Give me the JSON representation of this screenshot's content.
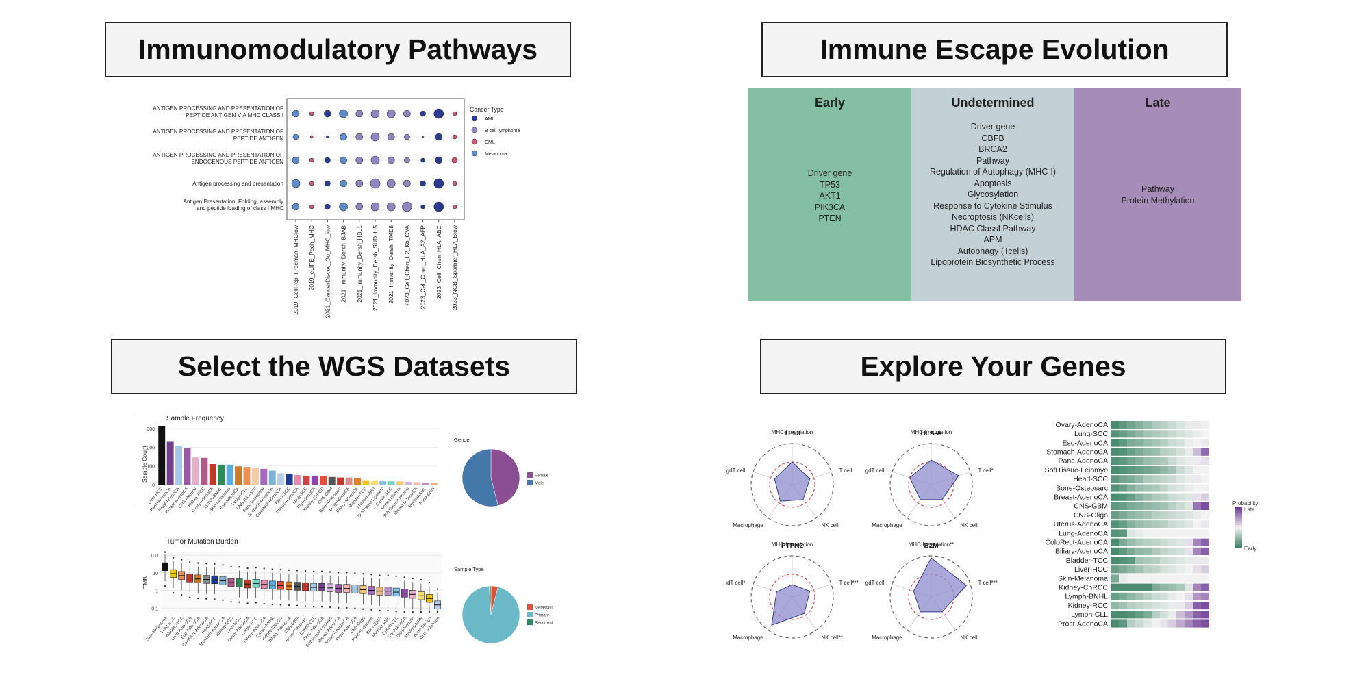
{
  "titles": {
    "immuno": "Immunomodulatory Pathways",
    "escape": "Immune Escape Evolution",
    "wgs": "Select the WGS Datasets",
    "genes": "Explore Your Genes"
  },
  "dotplot": {
    "legend_title": "Cancer Type",
    "legend": [
      {
        "name": "AML",
        "color": "#2b3990"
      },
      {
        "name": "B cell lymphoma",
        "color": "#8e86c0"
      },
      {
        "name": "CML",
        "color": "#c85a72"
      },
      {
        "name": "Melanoma",
        "color": "#5b8ec9"
      }
    ],
    "row_labels": [
      [
        "ANTIGEN PROCESSING AND PRESENTATION OF",
        "PEPTIDE ANTIGEN VIA MHC CLASS I"
      ],
      [
        "ANTIGEN PROCESSING AND PRESENTATION OF",
        "PEPTIDE ANTIGEN"
      ],
      [
        "ANTIGEN PROCESSING AND PRESENTATION OF",
        "ENDOGENOUS PEPTIDE ANTIGEN"
      ],
      [
        "Antigen processing and presentation"
      ],
      [
        "Antigen Presentation: Folding, assembly",
        "and peptide loading of class I MHC"
      ]
    ],
    "col_labels": [
      "2019_CellRep_Freeman_MHClow",
      "2019_eLIFE_Pech_MHC",
      "2021_CancerDiscov_Gu_MHC_low",
      "2021_Immunity_Dersh_BJAB",
      "2021_Immunity_Dersh_HBL1",
      "2021_Immunity_Dersh_SUDHL5",
      "2021_Immunity_Dersh_TMD8",
      "2023_Cell_Chen_H2_Kb_OVA",
      "2023_Cell_Chen_HLA_A2_AFP",
      "2023_Cell_Chen_HLA_ABC",
      "2023_NCB_Sparbier_HLA_Blow"
    ],
    "col_type": [
      3,
      2,
      0,
      3,
      1,
      1,
      1,
      1,
      0,
      0,
      2
    ],
    "sizes": [
      [
        5,
        3,
        5,
        6,
        5,
        6,
        6,
        5,
        4,
        7,
        3
      ],
      [
        4,
        2,
        2,
        5,
        5,
        6,
        5,
        4,
        1,
        5,
        3
      ],
      [
        5,
        3,
        4,
        5,
        5,
        6,
        5,
        4,
        3,
        5,
        4
      ],
      [
        6,
        3,
        4,
        5,
        5,
        7,
        6,
        5,
        4,
        7,
        3
      ],
      [
        5,
        3,
        4,
        6,
        5,
        6,
        6,
        7,
        3,
        7,
        3
      ]
    ]
  },
  "evolution": {
    "early": {
      "title": "Early",
      "items": [
        "Driver gene",
        "TP53",
        "AKT1",
        "PIK3CA",
        "PTEN"
      ],
      "color": "#84bfa3"
    },
    "undetermined": {
      "title": "Undetermined",
      "items": [
        "Driver gene",
        "CBFB",
        "BRCA2",
        "Pathway",
        "Regulation of Autophagy (MHC-I)",
        "Apoptosis",
        "Glycosylation",
        "Response to Cytokine Stimulus",
        "Necroptosis (NKcells)",
        "HDAC ClassI Pathway",
        "APM",
        "Autophagy (Tcells)",
        "Lipoprotein Biosynthetic Process"
      ],
      "color": "#c3d1d6"
    },
    "late": {
      "title": "Late",
      "items": [
        "Pathway",
        "Protein Methylation"
      ],
      "color": "#a68cb8"
    }
  },
  "chart_data": [
    {
      "type": "bar",
      "title": "Sample Frequency",
      "ylabel": "Sample Count",
      "yticks": [
        0,
        100,
        200,
        300
      ],
      "categories": [
        "Liver-HCC",
        "Panc-AdenoCA",
        "Prost-AdenoCA",
        "Breast-AdenoCA",
        "CNS-Medullo",
        "Kidney-RCC",
        "Ovary-AdenoCA",
        "Lymph-BNHL",
        "Skin-Melanoma",
        "Eso-AdenoCA",
        "Lymph-CLL",
        "CNS-PiloAstro",
        "Panc-Endocrine",
        "Stomach-AdenoCA",
        "ColoRect-AdenoCA",
        "Head-SCC",
        "Uterus-AdenoCA",
        "Lung-SCC",
        "Thy-AdenoCA",
        "Kidney-ChRCC",
        "CNS-GBM",
        "Bone-Osteosarc",
        "Lung-AdenoCA",
        "Biliary-AdenoCA",
        "Bladder-TCC",
        "Myeloid-MPN",
        "SoftTissue-Liposarc",
        "Cervix-SCC",
        "Bone-Leiomyo",
        "SoftTissue-Leiomyo",
        "Breast-LobularCA",
        "Myeloid-AML",
        "Bone-Epith"
      ],
      "values": [
        314,
        233,
        209,
        195,
        146,
        144,
        110,
        107,
        107,
        98,
        95,
        89,
        85,
        75,
        60,
        57,
        51,
        48,
        48,
        45,
        41,
        38,
        38,
        34,
        23,
        23,
        19,
        18,
        17,
        15,
        13,
        11,
        10
      ],
      "colors": [
        "#111111",
        "#6f3f8c",
        "#a8c8e8",
        "#9b5aa8",
        "#e3b0c7",
        "#b05a8a",
        "#c0392b",
        "#2e8b57",
        "#5dade2",
        "#c97a2b",
        "#e8915a",
        "#f5cba7",
        "#a569bd",
        "#7fb3d5",
        "#b8cce4",
        "#1f3a93",
        "#e08cb0",
        "#cc4444",
        "#8e44ad",
        "#e74c3c",
        "#555555",
        "#c0392b",
        "#d98c8c",
        "#e67e22",
        "#f1c40f",
        "#f7dc6f",
        "#85c1e9",
        "#76d7c4",
        "#f8c471",
        "#d2b4de",
        "#f5b7b1",
        "#bb8fce",
        "#f0b27a"
      ]
    },
    {
      "type": "pie",
      "title": "Gender",
      "categories": [
        "Female",
        "Male"
      ],
      "values": [
        46,
        54
      ],
      "colors": [
        "#8a4f93",
        "#4477aa"
      ]
    },
    {
      "type": "box",
      "title": "Tumor Mutation Burden",
      "ylabel": "TMB",
      "yscale": "log",
      "yticks": [
        "100",
        "10",
        "1",
        "0.1"
      ],
      "categories": [
        "Skin-Melanoma",
        "Lung-SCC",
        "Bladder-TCC",
        "Lung-AdenoCA",
        "Eso-AdenoCA",
        "ColoRect-AdenoCA",
        "Head-SCC",
        "Stomach-AdenoCA",
        "Kidney-RCC",
        "Liver-HCC",
        "Ovary-AdenoCA",
        "Cervix-SCC",
        "Uterus-AdenoCA",
        "Lymph-BNHL",
        "Kidney-ChRCC",
        "Biliary-AdenoCA",
        "CNS-GBM",
        "Bone-Osteosarc",
        "Lymph-CLL",
        "Panc-AdenoCA",
        "SoftTissue-Leiomyo",
        "Breast-AdenoCA",
        "Breast-LobularCA",
        "Prost-AdenoCA",
        "CNS-Oligo",
        "Panc-Endocrine",
        "Bone-Epith",
        "Myeloid-AML",
        "Lymph-CLL",
        "Thy-AdenoCA",
        "CNS-Medullo",
        "Myeloid-MPN",
        "Bone-Benign",
        "CNS-PiloAstro"
      ],
      "medians": [
        22,
        9,
        7,
        5,
        4.5,
        4.2,
        4,
        3.5,
        2.8,
        2.7,
        2.3,
        2.5,
        2.2,
        2.0,
        1.9,
        1.8,
        1.7,
        1.6,
        1.5,
        1.5,
        1.4,
        1.3,
        1.3,
        1.2,
        1.1,
        1.0,
        0.9,
        0.9,
        0.8,
        0.7,
        0.6,
        0.5,
        0.35,
        0.15
      ],
      "colors": [
        "#111111",
        "#f1c40f",
        "#e8915a",
        "#c0392b",
        "#c97a2b",
        "#7f8c8d",
        "#1f3a93",
        "#7fb3d5",
        "#b05a8a",
        "#2e8b57",
        "#c0392b",
        "#76d7c4",
        "#e08cb0",
        "#5dade2",
        "#e74c3c",
        "#e67e22",
        "#555555",
        "#c0392b",
        "#a8c8e8",
        "#6f3f8c",
        "#d2b4de",
        "#9b5aa8",
        "#f5b7b1",
        "#a8c8e8",
        "#f8c471",
        "#a569bd",
        "#f0b27a",
        "#bb8fce",
        "#85c1e9",
        "#8e44ad",
        "#e3b0c7",
        "#f7dc6f",
        "#f1c40f",
        "#b8cce4"
      ]
    },
    {
      "type": "pie",
      "title": "Sample Type",
      "categories": [
        "Metastatic",
        "Primary",
        "Recurrent"
      ],
      "values": [
        4,
        95,
        1
      ],
      "colors": [
        "#d9553a",
        "#6ab8c8",
        "#2e8b6a"
      ]
    },
    {
      "type": "radar",
      "axes": [
        "MHC-I regulation",
        "T cell",
        "NK cell",
        "Macrophage",
        "gdT cell"
      ],
      "panels": [
        {
          "gene": "TP53",
          "labels": [
            "MHC-I regulation",
            "T cell",
            "NK cell",
            "Macrophage",
            "gdT cell"
          ],
          "values": [
            0.55,
            0.45,
            0.45,
            0.5,
            0.45
          ]
        },
        {
          "gene": "HLA-A",
          "labels": [
            "MHC-I regulation",
            "T cell*",
            "NK cell",
            "Macrophage",
            "gdT cell"
          ],
          "values": [
            0.6,
            0.7,
            0.45,
            0.45,
            0.55
          ]
        },
        {
          "gene": "PTPN2",
          "labels": [
            "MHC-I regulation",
            "T cell***",
            "NK cell**",
            "Macrophage",
            "gdT cell*"
          ],
          "values": [
            0.3,
            0.45,
            0.5,
            0.85,
            0.4
          ]
        },
        {
          "gene": "B2M",
          "labels": [
            "MHC-I regulation**",
            "T cell***",
            "NK cell",
            "Macrophage",
            "gdT cell"
          ],
          "values": [
            0.95,
            0.9,
            0.45,
            0.45,
            0.45
          ]
        }
      ]
    },
    {
      "type": "heatmap",
      "legend_title": "Probability",
      "legend_high": "Late",
      "legend_low": "Early",
      "rows": [
        "Ovary-AdenoCA",
        "Lung-SCC",
        "Eso-AdenoCA",
        "Stomach-AdenoCA",
        "Panc-AdenoCA",
        "SoftTissue-Leiomyo",
        "Head-SCC",
        "Bone-Osteosarc",
        "Breast-AdenoCA",
        "CNS-GBM",
        "CNS-Oligo",
        "Uterus-AdenoCA",
        "Lung-AdenoCA",
        "ColoRect-AdenoCA",
        "Biliary-AdenoCA",
        "Bladder-TCC",
        "Liver-HCC",
        "Skin-Melanoma",
        "Kidney-ChRCC",
        "Lymph-BNHL",
        "Kidney-RCC",
        "Lymph-CLL",
        "Prost-AdenoCA"
      ],
      "values": [
        [
          -0.85,
          -0.75,
          -0.65,
          -0.55,
          -0.45,
          -0.35,
          -0.28,
          -0.2,
          -0.12,
          -0.05,
          0.05,
          0.02
        ],
        [
          -0.8,
          -0.7,
          -0.6,
          -0.5,
          -0.4,
          -0.35,
          -0.3,
          -0.22,
          -0.15,
          -0.1,
          -0.05,
          0.0
        ],
        [
          -0.85,
          -0.75,
          -0.6,
          -0.55,
          -0.45,
          -0.4,
          -0.3,
          -0.2,
          -0.15,
          -0.05,
          0.0,
          0.05
        ],
        [
          -0.85,
          -0.8,
          -0.7,
          -0.6,
          -0.5,
          -0.45,
          -0.3,
          -0.25,
          -0.15,
          -0.05,
          0.3,
          0.75
        ],
        [
          -0.8,
          -0.75,
          -0.65,
          -0.55,
          -0.45,
          -0.4,
          -0.35,
          -0.2,
          -0.1,
          -0.05,
          0.05,
          0.1
        ],
        [
          -0.85,
          -0.8,
          -0.75,
          -0.7,
          -0.65,
          -0.6,
          -0.5,
          -0.4,
          -0.2,
          -0.1,
          0.0,
          0.0
        ],
        [
          -0.75,
          -0.65,
          -0.6,
          -0.5,
          -0.35,
          -0.3,
          -0.25,
          -0.2,
          -0.1,
          -0.05,
          0.05,
          0.0
        ],
        [
          -0.8,
          -0.7,
          -0.55,
          -0.45,
          -0.4,
          -0.35,
          -0.25,
          -0.15,
          -0.1,
          -0.05,
          0.0,
          0.0
        ],
        [
          -0.85,
          -0.8,
          -0.7,
          -0.55,
          -0.45,
          -0.35,
          -0.3,
          -0.2,
          -0.15,
          -0.1,
          0.1,
          0.2
        ],
        [
          -0.75,
          -0.7,
          -0.6,
          -0.55,
          -0.5,
          -0.45,
          -0.4,
          -0.3,
          -0.2,
          -0.1,
          0.7,
          0.9
        ],
        [
          -0.7,
          -0.6,
          -0.5,
          -0.45,
          -0.4,
          -0.3,
          -0.25,
          -0.2,
          -0.15,
          -0.1,
          -0.05,
          0.0
        ],
        [
          -0.8,
          -0.7,
          -0.55,
          -0.45,
          -0.4,
          -0.35,
          -0.3,
          -0.2,
          -0.15,
          -0.1,
          0.0,
          0.05
        ],
        [
          -0.8,
          -0.75,
          -0.1,
          -0.05,
          0.0,
          0.0,
          0.0,
          0.0,
          0.0,
          0.0,
          0.0,
          0.0
        ],
        [
          -0.85,
          -0.6,
          -0.45,
          -0.35,
          -0.3,
          -0.25,
          -0.2,
          -0.15,
          -0.1,
          0.1,
          0.6,
          0.8
        ],
        [
          -0.85,
          -0.75,
          -0.6,
          -0.5,
          -0.45,
          -0.35,
          -0.25,
          -0.2,
          -0.15,
          0.1,
          0.6,
          0.8
        ],
        [
          -0.85,
          -0.8,
          -0.75,
          -0.4,
          -0.35,
          -0.3,
          -0.2,
          -0.15,
          -0.1,
          -0.05,
          0.05,
          0.05
        ],
        [
          -0.7,
          -0.6,
          -0.5,
          -0.4,
          -0.3,
          -0.25,
          -0.15,
          -0.1,
          -0.05,
          0.0,
          0.1,
          0.2
        ],
        [
          -0.6,
          -0.05,
          0.0,
          0.0,
          0.0,
          0.0,
          0.0,
          0.0,
          0.0,
          0.0,
          0.0,
          0.0
        ],
        [
          -0.85,
          -0.85,
          -0.85,
          -0.85,
          -0.85,
          -0.6,
          -0.5,
          -0.45,
          -0.35,
          -0.1,
          0.6,
          0.8
        ],
        [
          -0.7,
          -0.6,
          -0.5,
          -0.4,
          -0.3,
          -0.2,
          -0.15,
          -0.05,
          0.0,
          0.1,
          0.5,
          0.6
        ],
        [
          -0.5,
          -0.4,
          -0.3,
          -0.25,
          -0.2,
          -0.15,
          -0.1,
          -0.05,
          0.05,
          0.2,
          0.8,
          0.9
        ],
        [
          -0.85,
          -0.85,
          -0.8,
          -0.7,
          -0.6,
          -0.3,
          -0.15,
          -0.05,
          0.3,
          0.5,
          0.8,
          0.9
        ],
        [
          -0.85,
          -0.75,
          -0.3,
          -0.2,
          -0.1,
          0.0,
          0.1,
          0.2,
          0.4,
          0.6,
          0.8,
          0.9
        ]
      ]
    }
  ]
}
